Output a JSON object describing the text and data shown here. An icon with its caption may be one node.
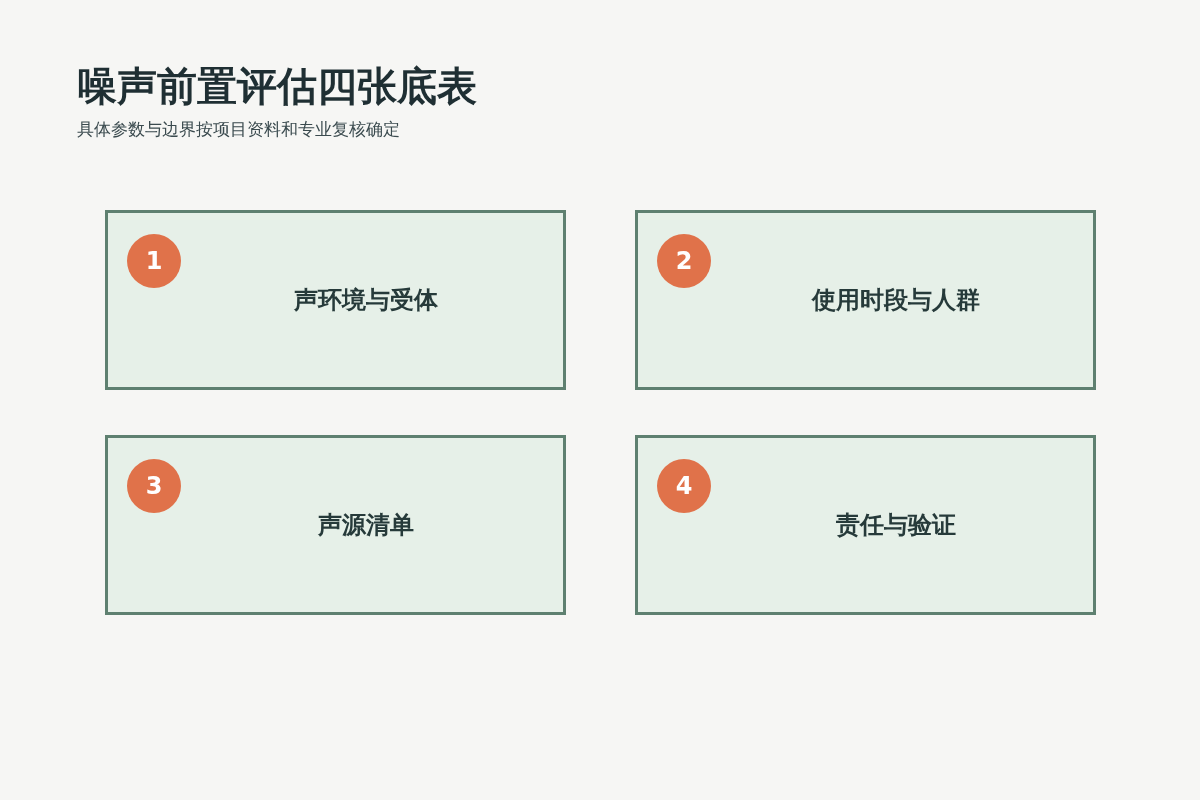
{
  "diagram": {
    "title": "噪声前置评估四张底表",
    "caption": "具体参数与边界按项目资料和专业复核确定",
    "nodes": [
      {
        "text": [
          "声环境与受体"
        ]
      },
      {
        "text": [
          "1"
        ],
        "in": 0
      },
      {
        "text": [
          "使用时段与人群"
        ]
      },
      {
        "text": [
          "2"
        ],
        "in": 2
      },
      {
        "text": [
          "声源清单"
        ]
      },
      {
        "text": [
          "3"
        ],
        "in": 4
      },
      {
        "text": [
          "责任与验证"
        ]
      },
      {
        "text": [
          "4"
        ],
        "in": 6
      }
    ]
  }
}
